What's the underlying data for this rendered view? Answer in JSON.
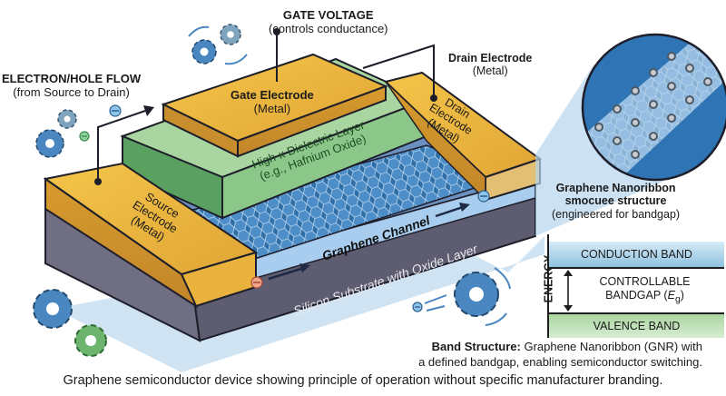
{
  "title": "Graphene semiconductor device schematic",
  "labels": {
    "gate_voltage": {
      "title": "GATE VOLTAGE",
      "sub": "(controls conductance)"
    },
    "electron_flow": {
      "title": "ELECTRON/HOLE FLOW",
      "sub": "(from Source to Drain)"
    },
    "drain_callout": {
      "title": "Drain Electrode",
      "sub": "(Metal)"
    },
    "gate_electrode": {
      "title": "Gate Electrode",
      "sub": "(Metal)"
    },
    "dielectric": {
      "line1": "High-κ Dielectric Layer",
      "line2": "(e.g., Hafnium Oxide)"
    },
    "drain_block": {
      "line1": "Drain",
      "line2": "Electrode",
      "line3": "(Metal)"
    },
    "source_block": {
      "line1": "Source",
      "line2": "Electrode",
      "line3": "(Metal)"
    },
    "channel": "Graphene Channel",
    "substrate": "Silicon Substrate with Oxide Layer",
    "gnr_zoom": {
      "line1": "Graphene Nanoribbon",
      "line2": "smocuee structure",
      "line3": "(engineered for bandgap)"
    }
  },
  "band_diagram": {
    "axis_label": "ENERGY",
    "conduction": "CONDUCTION BAND",
    "gap_line1": "CONTROLLABLE",
    "gap_line2": "BANDGAP (",
    "gap_symbol": "E",
    "gap_sub": "g",
    "gap_close": ")",
    "valence": "VALENCE BAND"
  },
  "band_structure_note": {
    "bold": "Band Structure:",
    "line1": " Graphene Nanoribbon (GNR) with",
    "line2": "a defined bandgap, enabling semiconductor switching."
  },
  "caption": "Graphene semiconductor device showing principle of operation without specific manufacturer branding.",
  "colors": {
    "gold": "#e8b23c",
    "dielectric_green": "#8cc78a",
    "graphene_blue": "#2f6fa8",
    "oxide_blue": "#5e9fd6",
    "substrate_gray": "#5d5c70",
    "gear_blue": "#4a86c0",
    "gear_green": "#6db46f"
  }
}
